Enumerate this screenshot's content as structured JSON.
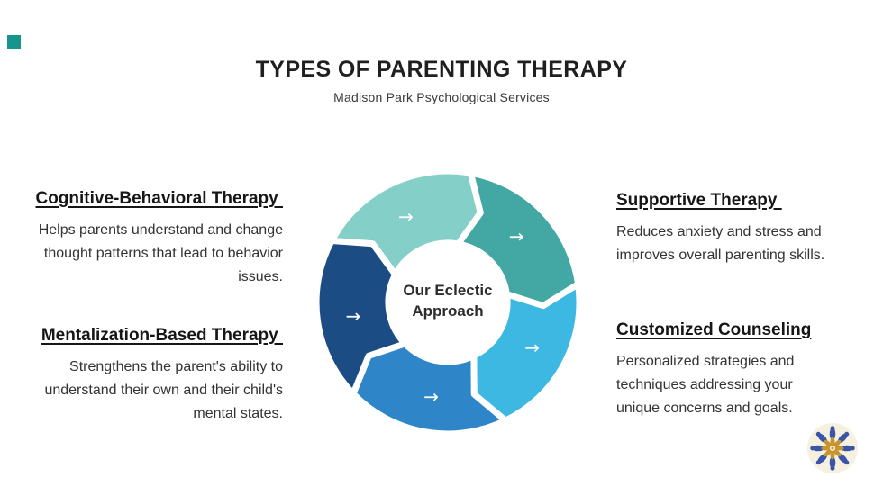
{
  "header": {
    "title": "TYPES OF PARENTING THERAPY",
    "subtitle": "Madison Park Psychological Services"
  },
  "diagram": {
    "center_label": "Our Eclectic Approach",
    "arrow_glyph": "→",
    "segments": [
      {
        "name": "top-left",
        "color": "#84d0c9",
        "angle": 334
      },
      {
        "name": "top-right",
        "color": "#43a8a4",
        "angle": 46
      },
      {
        "name": "right",
        "color": "#3db8e2",
        "angle": 118
      },
      {
        "name": "bottom",
        "color": "#2e86c8",
        "angle": 190
      },
      {
        "name": "left",
        "color": "#1b4d84",
        "angle": 262
      }
    ]
  },
  "therapies": [
    {
      "title": "Cognitive-Behavioral Therapy ",
      "description": "Helps parents understand and change thought patterns that lead to behavior issues."
    },
    {
      "title": "Mentalization-Based Therapy ",
      "description": "Strengthens the parent's ability to understand their own and their child's mental states."
    },
    {
      "title": "Supportive Therapy ",
      "description": "Reduces anxiety and stress and improves overall parenting skills."
    },
    {
      "title": "Customized Counseling",
      "description": "Personalized strategies and techniques addressing your unique concerns and goals."
    }
  ],
  "decorations": {
    "corner_square_color": "#17948c"
  },
  "logo": {
    "background_color": "#f6f0e0",
    "figure_color": "#3a55a5",
    "flower_color": "#c6952f"
  }
}
